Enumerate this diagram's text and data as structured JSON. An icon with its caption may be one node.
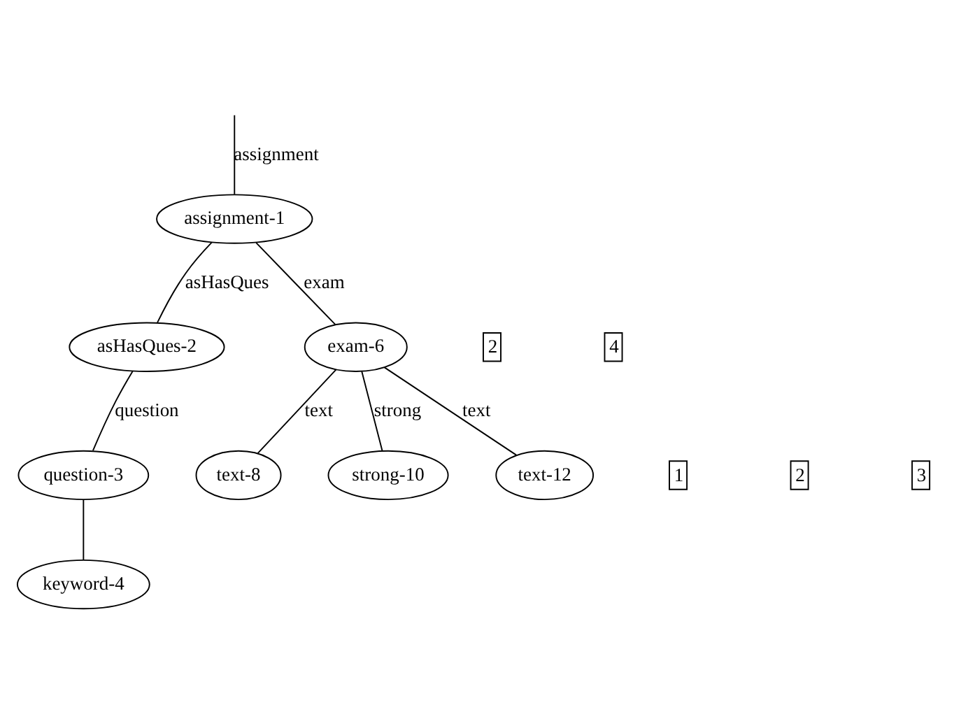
{
  "diagram": {
    "nodes": [
      {
        "text": [
          "assignment-1"
        ]
      },
      {
        "text": [
          "asHasQues-2"
        ]
      },
      {
        "text": [
          "question-3"
        ]
      },
      {
        "text": [
          "keyword-4"
        ]
      },
      {
        "text": [
          "exam-6"
        ]
      },
      {
        "text": [
          "text-8"
        ]
      },
      {
        "text": [
          "strong-10"
        ]
      },
      {
        "text": [
          "text-12"
        ]
      }
    ],
    "edges": [
      {
        "from": null,
        "to": 0,
        "arrow": "none",
        "label": "assignment"
      },
      {
        "from": 0,
        "to": 1,
        "arrow": "none",
        "label": "asHasQues"
      },
      {
        "from": 1,
        "to": 2,
        "arrow": "none",
        "label": "question"
      },
      {
        "from": 2,
        "to": 3,
        "arrow": "none"
      },
      {
        "from": 0,
        "to": 4,
        "arrow": "none",
        "label": "exam"
      },
      {
        "from": 4,
        "to": 5,
        "arrow": "none",
        "label": "text"
      },
      {
        "from": 4,
        "to": 6,
        "arrow": "none",
        "label": "strong"
      },
      {
        "from": 4,
        "to": 7,
        "arrow": "none",
        "label": "text"
      }
    ],
    "labels": [
      "2",
      "4",
      "1",
      "2",
      "3"
    ]
  }
}
